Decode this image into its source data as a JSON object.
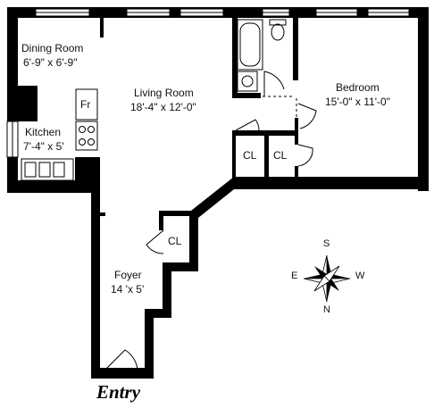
{
  "rooms": {
    "dining": {
      "name": "Dining Room",
      "dims": "6'-9\" x 6'-9\""
    },
    "living": {
      "name": "Living Room",
      "dims": "18'-4\" x 12'-0\""
    },
    "kitchen": {
      "name": "Kitchen",
      "dims": "7'-4\" x 5'"
    },
    "bedroom": {
      "name": "Bedroom",
      "dims": "15'-0\" x 11'-0\""
    },
    "foyer": {
      "name": "Foyer",
      "dims": "14 'x 5'"
    }
  },
  "closets": {
    "label": "CL"
  },
  "fridge": {
    "label": "Fr"
  },
  "entry": {
    "label": "Entry"
  },
  "compass": {
    "north": "N",
    "south": "S",
    "east": "E",
    "west": "W"
  }
}
